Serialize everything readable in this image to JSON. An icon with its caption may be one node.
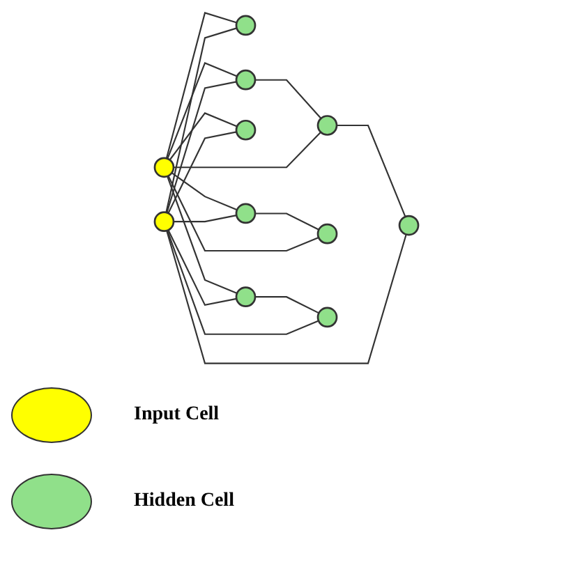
{
  "diagram": {
    "nodes": [
      {
        "text": [],
        "shape": "circle"
      },
      {
        "text": [],
        "shape": "circle"
      },
      {
        "text": [],
        "shape": "circle"
      },
      {
        "text": [],
        "shape": "circle"
      },
      {
        "text": [],
        "shape": "circle"
      },
      {
        "text": [],
        "shape": "circle"
      },
      {
        "text": [],
        "shape": "circle"
      },
      {
        "text": [],
        "shape": "circle"
      },
      {
        "text": [],
        "shape": "circle"
      },
      {
        "text": [],
        "shape": "circle"
      },
      {
        "text": [],
        "shape": "circle"
      }
    ],
    "edges": [
      {
        "from": 0,
        "to": 2,
        "arrow": "none"
      },
      {
        "from": 0,
        "to": 5,
        "arrow": "none"
      },
      {
        "from": 0,
        "to": 3,
        "arrow": "none"
      },
      {
        "from": 0,
        "to": 6,
        "arrow": "none"
      },
      {
        "from": 0,
        "to": 9,
        "arrow": "none"
      },
      {
        "from": 0,
        "to": 4,
        "arrow": "none"
      },
      {
        "from": 0,
        "to": 10,
        "arrow": "none"
      },
      {
        "from": 1,
        "to": 2,
        "arrow": "none"
      },
      {
        "from": 1,
        "to": 5,
        "arrow": "none"
      },
      {
        "from": 1,
        "to": 3,
        "arrow": "none"
      },
      {
        "from": 1,
        "to": 8,
        "arrow": "none"
      },
      {
        "from": 1,
        "to": 6,
        "arrow": "none"
      },
      {
        "from": 1,
        "to": 7,
        "arrow": "none"
      },
      {
        "from": 1,
        "to": 4,
        "arrow": "none"
      },
      {
        "from": 3,
        "to": 7,
        "arrow": "none"
      },
      {
        "from": 5,
        "to": 8,
        "arrow": "none"
      },
      {
        "from": 6,
        "to": 9,
        "arrow": "none"
      },
      {
        "from": 7,
        "to": 10,
        "arrow": "none"
      }
    ],
    "legend": [
      {
        "text": "Input Cell",
        "color": "#ffff00"
      },
      {
        "text": "Hidden Cell",
        "color": "#90e08a"
      }
    ]
  }
}
